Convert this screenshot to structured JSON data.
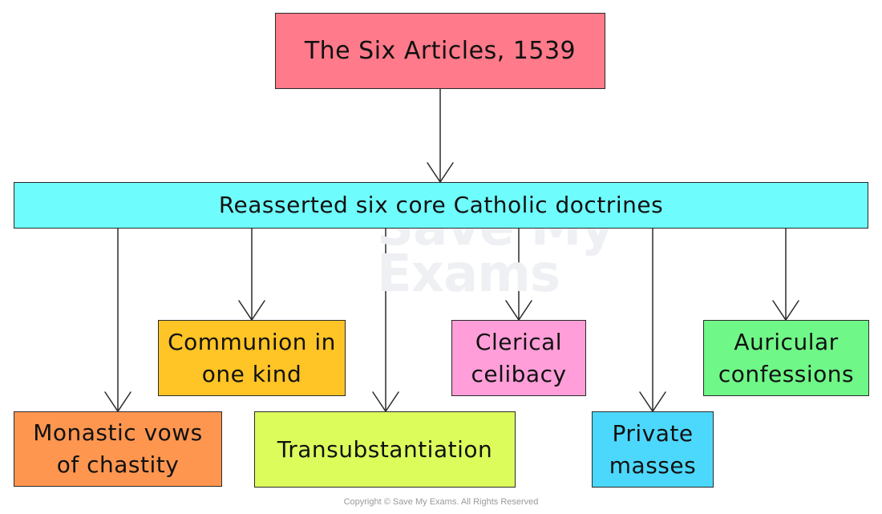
{
  "diagram": {
    "title": {
      "label": "The Six Articles, 1539",
      "color": "#ff7a8a"
    },
    "summary": {
      "label": "Reasserted six core Catholic doctrines",
      "color": "#6ffcfc"
    },
    "doctrines": [
      {
        "label": "Monastic vows\nof chastity",
        "color": "#ff9650"
      },
      {
        "label": "Communion in\none kind",
        "color": "#ffc426"
      },
      {
        "label": "Transubstantiation",
        "color": "#dcfc5c"
      },
      {
        "label": "Clerical\ncelibacy",
        "color": "#ff9ed8"
      },
      {
        "label": "Private\nmasses",
        "color": "#4cd8fc"
      },
      {
        "label": "Auricular\nconfessions",
        "color": "#6ff787"
      }
    ]
  },
  "watermark": {
    "line1": "Save My",
    "line2": "Exams"
  },
  "footer": {
    "copyright": "Copyright © Save My Exams. All Rights Reserved"
  }
}
